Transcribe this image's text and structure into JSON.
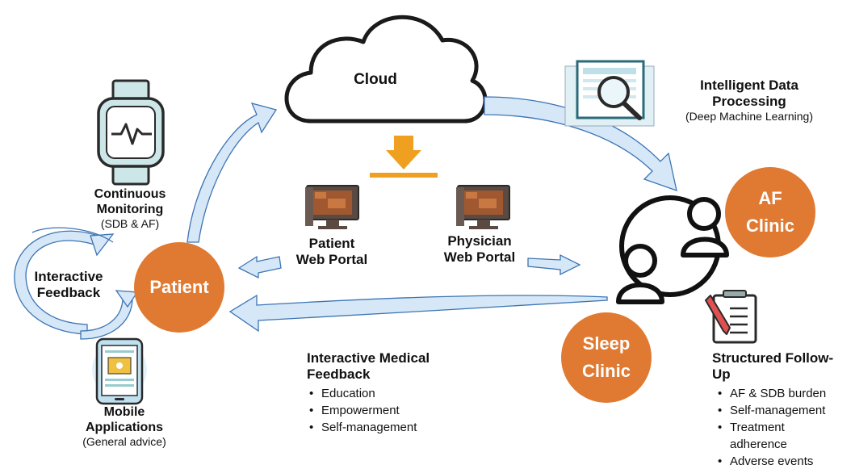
{
  "colors": {
    "orange": "#E07A32",
    "arrow_fill": "#D6E8F7",
    "arrow_stroke": "#3C74B4",
    "download_arrow": "#F0A020"
  },
  "cloud": {
    "label": "Cloud"
  },
  "intelligent_processing": {
    "title_line1": "Intelligent Data",
    "title_line2": "Processing",
    "subtitle": "(Deep Machine Learning)"
  },
  "continuous_monitoring": {
    "title_line1": "Continuous",
    "title_line2": "Monitoring",
    "subtitle": "(SDB & AF)"
  },
  "patient_portal": {
    "line1": "Patient",
    "line2": "Web Portal"
  },
  "physician_portal": {
    "line1": "Physician",
    "line2": "Web Portal"
  },
  "interactive_feedback": {
    "line1": "Interactive",
    "line2": "Feedback"
  },
  "patient": {
    "label": "Patient"
  },
  "af_clinic": {
    "line1": "AF",
    "line2": "Clinic"
  },
  "sleep_clinic": {
    "line1": "Sleep",
    "line2": "Clinic"
  },
  "medical_feedback": {
    "title_line1": "Interactive Medical",
    "title_line2": "Feedback",
    "items": [
      "Education",
      "Empowerment",
      "Self-management"
    ]
  },
  "mobile_apps": {
    "title_line1": "Mobile",
    "title_line2": "Applications",
    "subtitle": "(General advice)"
  },
  "structured_followup": {
    "title_line1": "Structured Follow-",
    "title_line2": "Up",
    "items": [
      "AF & SDB burden",
      "Self-management",
      "Treatment",
      "adherence",
      "Adverse events"
    ]
  },
  "icons": [
    "cloud-icon",
    "smartwatch-icon",
    "computer-icon",
    "data-search-icon",
    "people-icon",
    "clipboard-icon",
    "smartphone-icon",
    "download-arrow-icon"
  ]
}
